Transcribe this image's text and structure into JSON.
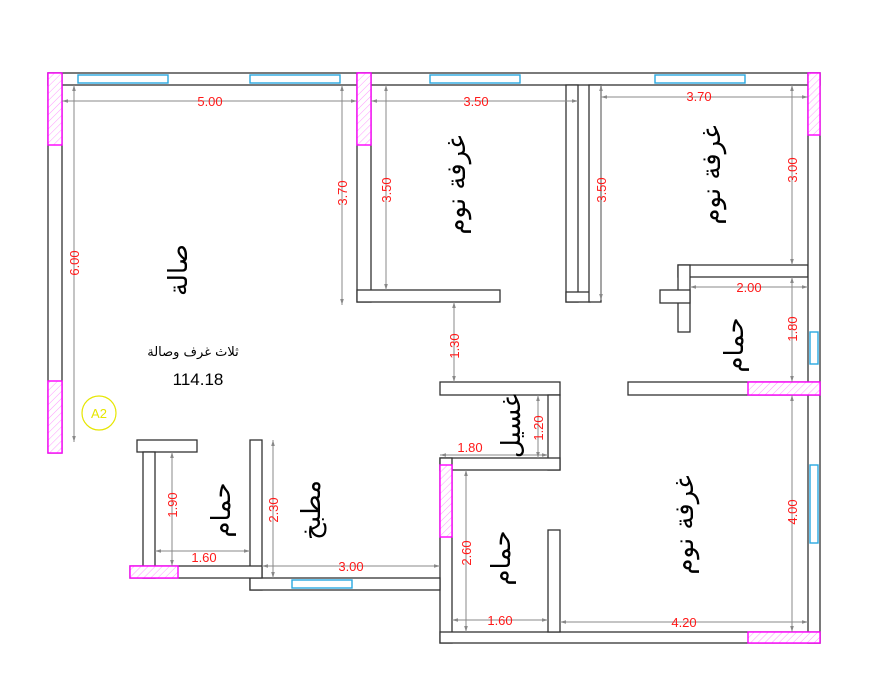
{
  "plan": {
    "rooms": {
      "living": "صالة",
      "bedroom_1": "غرفة نوم",
      "bedroom_2": "غرفة نوم",
      "bedroom_3": "غرفة نوم",
      "bath_1": "حمام",
      "bath_2": "حمام",
      "bath_3": "حمام",
      "kitchen": "مطبخ",
      "laundry": "غسيل"
    },
    "description": "ثلاث غرف وصالة",
    "area": "114.18",
    "tag": "A2",
    "dimensions": {
      "living_width": "5.00",
      "living_depth": "6.00",
      "living_partial": "3.70",
      "bed1_width": "3.50",
      "bed1_depth": "3.50",
      "bed2_width": "3.70",
      "bed2_depth": "3.00",
      "bed2_left": "3.50",
      "bath_right_width": "2.00",
      "bath_right_depth": "1.80",
      "corridor": "1.30",
      "laundry_width": "1.80",
      "laundry_depth": "1.20",
      "bath_center_depth": "2.60",
      "bath_center_width": "1.60",
      "bed3_width": "4.20",
      "bed3_depth": "4.00",
      "kitchen_width": "3.00",
      "kitchen_depth": "2.30",
      "bath_left_width": "1.60",
      "bath_left_depth": "1.90"
    },
    "colors": {
      "wall": "#333333",
      "window": "#29a8e0",
      "door": "#ff00ff",
      "dimension_text": "#ff1a1a",
      "tag": "#e6e600"
    }
  }
}
